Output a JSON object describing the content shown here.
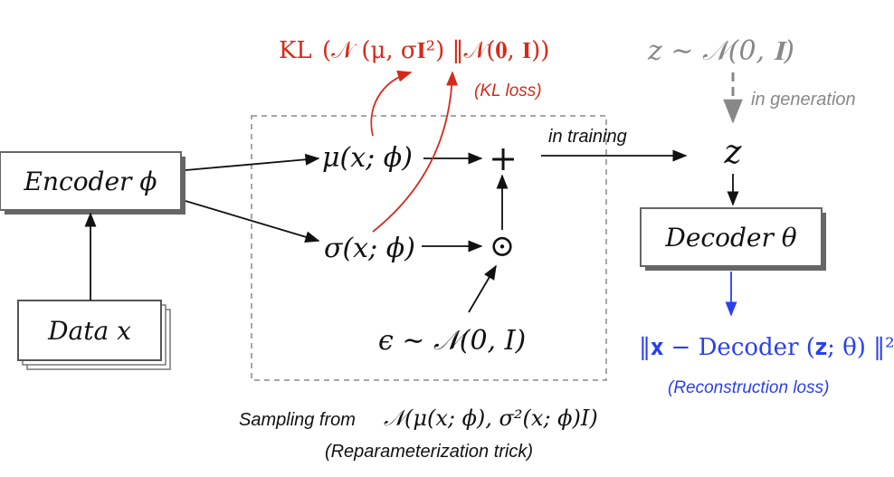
{
  "colors": {
    "kl": "#d42a1a",
    "recon": "#2a3ff0",
    "generation": "#888888",
    "ink": "#111111",
    "box_shadow": "#666666",
    "dashed_border": "#8a8a8a"
  },
  "kl_loss": {
    "prefix": "KL",
    "expression": "(𝒩 (μ, σ𝐈²) ‖𝒩(𝟎, 𝐈))",
    "label": "(KL loss)"
  },
  "prior": {
    "expression": "z ∼ 𝒩(0, 𝐈)",
    "generation_label": "in generation"
  },
  "encoder": {
    "label": "Encoder ϕ"
  },
  "data": {
    "label": "Data x"
  },
  "reparam": {
    "mu": "μ(x; ϕ)",
    "sigma": "σ(x; ϕ)",
    "plus": "+",
    "odot": "⊙",
    "epsilon": "ϵ ∼ 𝒩(0, I)",
    "training_label": "in training",
    "sampling_prefix": "Sampling from",
    "sampling_expr": "𝒩(μ(x; ϕ), σ²(x; ϕ)I)",
    "trick_label": "(Reparameterization trick)"
  },
  "latent": {
    "symbol": "z"
  },
  "decoder": {
    "label": "Decoder θ"
  },
  "recon_loss": {
    "expression": "‖𝐱 − Decoder (𝐳; θ) ‖²",
    "label": "(Reconstruction loss)"
  }
}
